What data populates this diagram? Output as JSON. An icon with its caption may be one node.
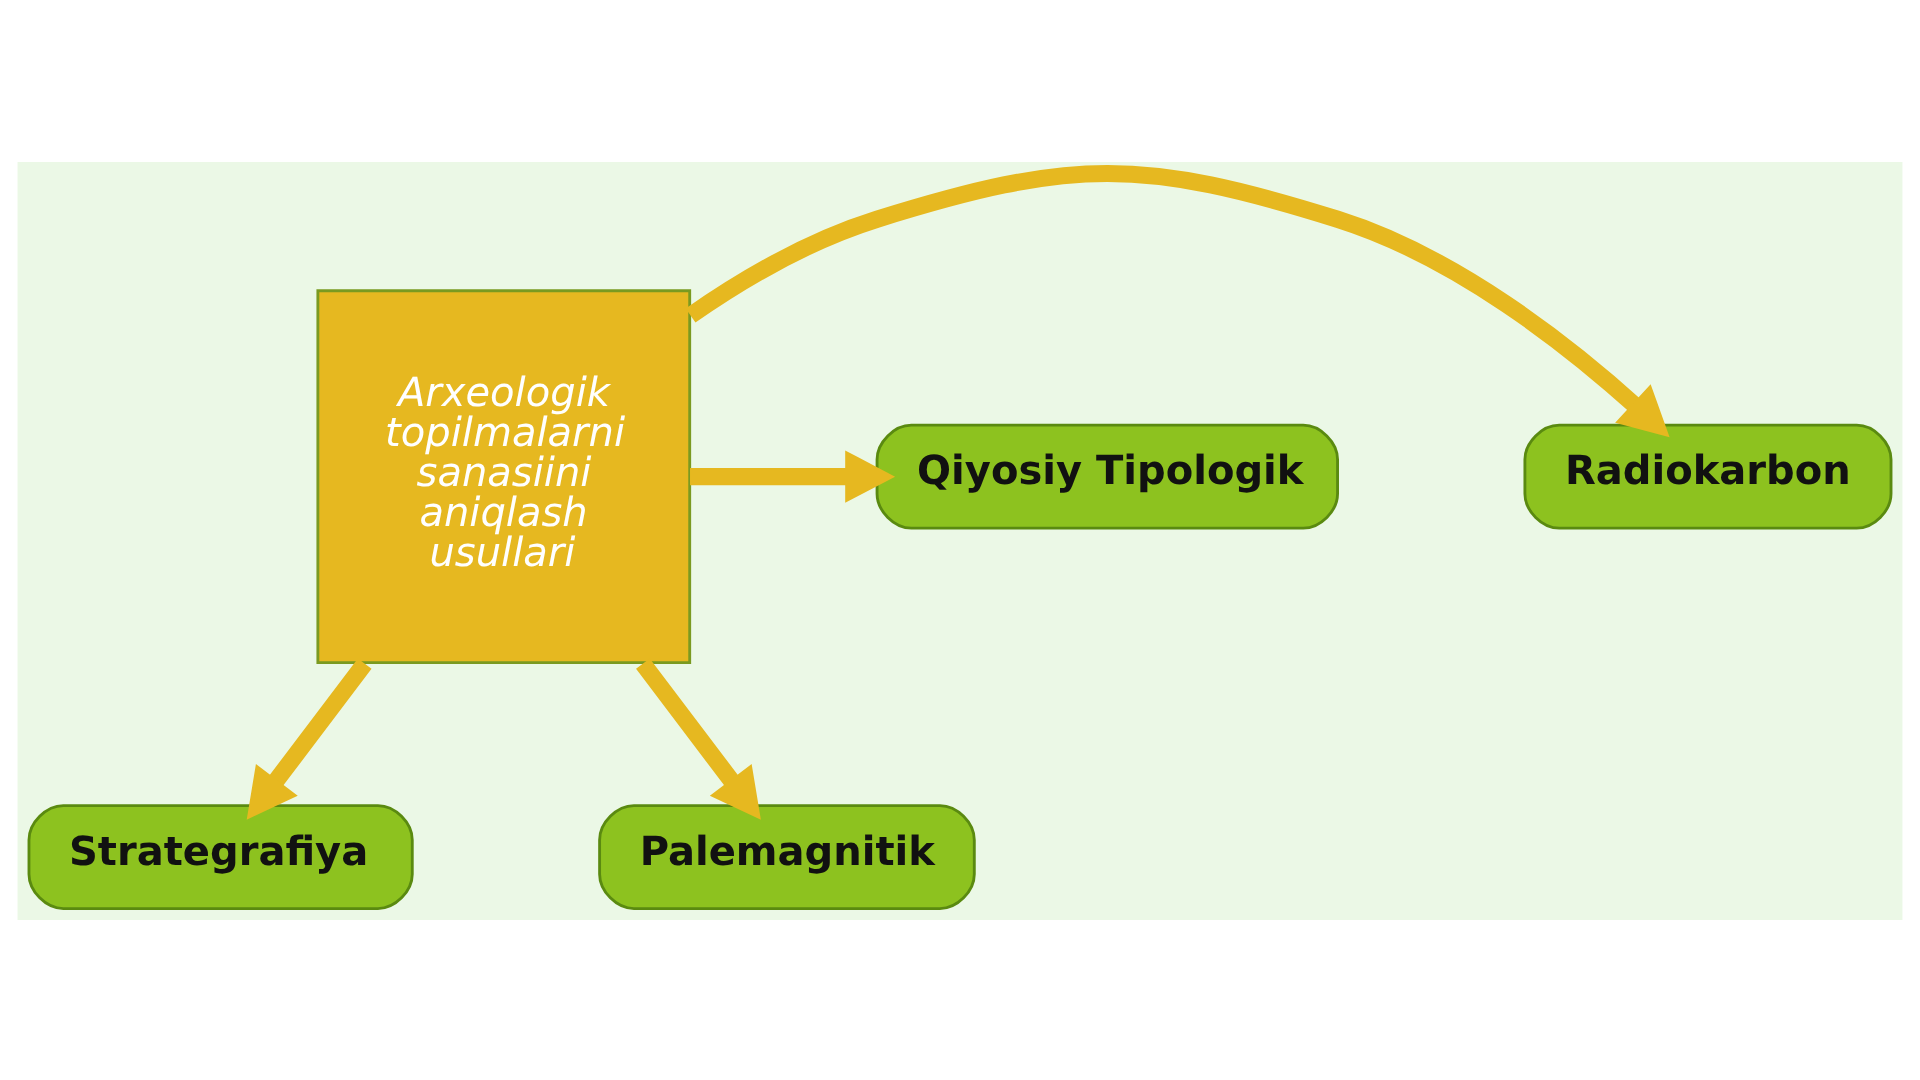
{
  "diagram": {
    "nodes": [
      {
        "text": [
          "Strategrafiya"
        ]
      },
      {
        "text": [
          "Radiokarbon"
        ]
      },
      {
        "text": [
          "Arxeologik topilmalarni sanasiini aniqlash usullari"
        ]
      },
      {
        "text": [
          "Qiyosiy Tipologik"
        ]
      },
      {
        "text": [
          "Palemagnitik"
        ]
      }
    ],
    "edges": [
      {
        "from": 2,
        "to": 0,
        "arrow": "to"
      },
      {
        "from": 2,
        "to": 1,
        "arrow": "to"
      },
      {
        "from": 2,
        "to": 3,
        "arrow": "to"
      },
      {
        "from": 2,
        "to": 4,
        "arrow": "to"
      }
    ]
  }
}
